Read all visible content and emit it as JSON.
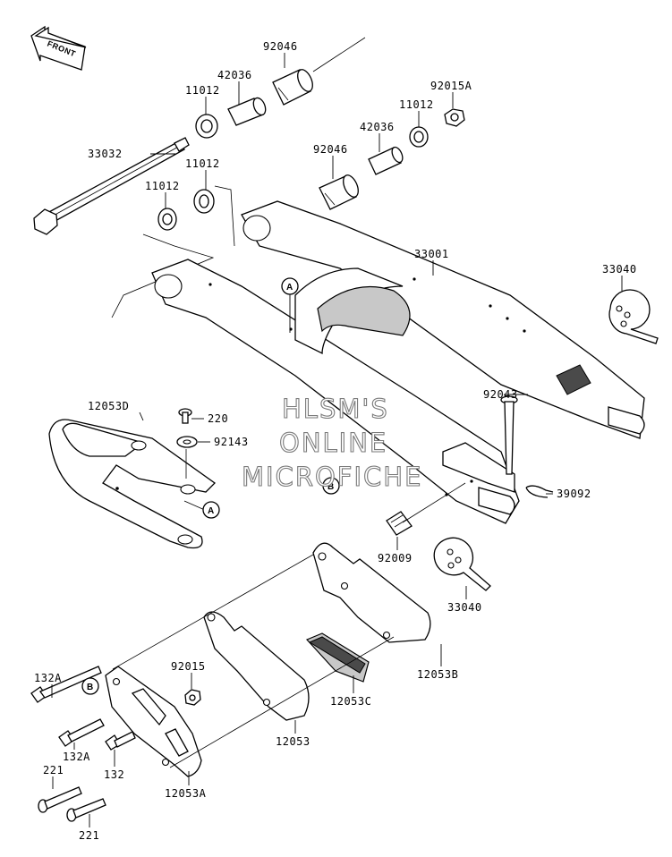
{
  "front_arrow": {
    "label": "FRONT"
  },
  "callouts": {
    "a_top": "A",
    "a_bottom": "A",
    "b_swingarm": "B",
    "b_guard": "B"
  },
  "watermark": {
    "line1": "HLSM'S",
    "line2": "ONLINE",
    "line3": "MICROFICHE"
  },
  "parts": {
    "p33032": "33032",
    "p11012_a": "11012",
    "p11012_b": "11012",
    "p11012_c": "11012",
    "p11012_d": "11012",
    "p42036_a": "42036",
    "p42036_b": "42036",
    "p92046_a": "92046",
    "p92046_b": "92046",
    "p92015A": "92015A",
    "p33001": "33001",
    "p33040_a": "33040",
    "p33040_b": "33040",
    "p12053D": "12053D",
    "p220": "220",
    "p92143": "92143",
    "p92043": "92043",
    "p39092": "39092",
    "p92009": "92009",
    "p132A_a": "132A",
    "p132A_b": "132A",
    "p132": "132",
    "p221_a": "221",
    "p221_b": "221",
    "p92015": "92015",
    "p12053": "12053",
    "p12053A": "12053A",
    "p12053B": "12053B",
    "p12053C": "12053C"
  }
}
